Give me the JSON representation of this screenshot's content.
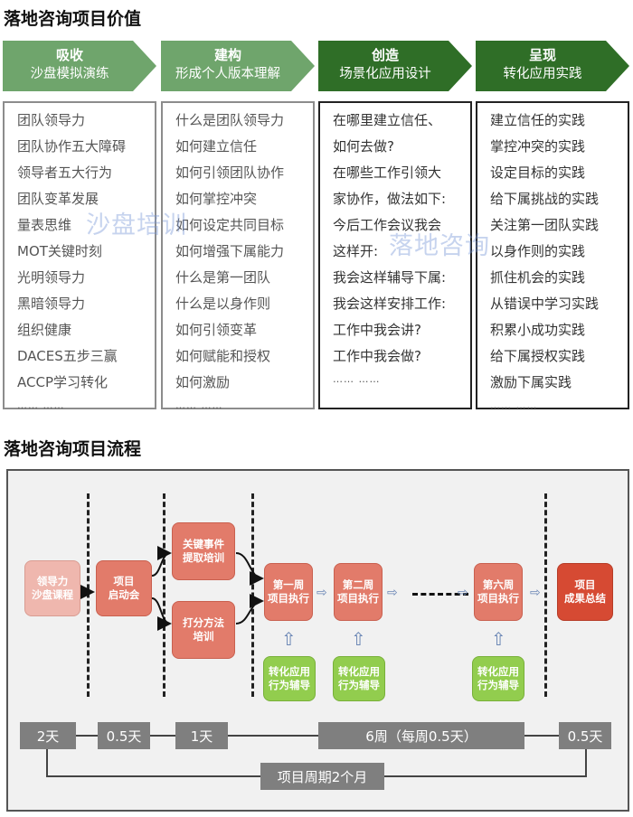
{
  "value_section": {
    "title": "落地咨询项目价值",
    "stages": [
      {
        "name": "吸收",
        "sub": "沙盘模拟演练"
      },
      {
        "name": "建构",
        "sub": "形成个人版本理解"
      },
      {
        "name": "创造",
        "sub": "场景化应用设计"
      },
      {
        "name": "呈现",
        "sub": "转化应用实践"
      }
    ],
    "columns": [
      {
        "items": [
          "团队领导力",
          "团队协作五大障碍",
          "领导者五大行为",
          "团队变革发展",
          "量表思维",
          "MOT关键时刻",
          "光明领导力",
          "黑暗领导力",
          "组织健康",
          "DACES五步三赢",
          "ACCP学习转化"
        ],
        "ellipsis": "…… ……"
      },
      {
        "items": [
          "什么是团队领导力",
          "如何建立信任",
          "如何引领团队协作",
          "如何掌控冲突",
          "如何设定共同目标",
          "如何增强下属能力",
          "什么是第一团队",
          "什么是以身作则",
          "如何引领变革",
          "如何赋能和授权",
          "如何激励"
        ],
        "ellipsis": "…… ……"
      },
      {
        "items": [
          "在哪里建立信任、",
          "如何去做?",
          "在哪些工作引领大",
          "家协作，做法如下:",
          "今后工作会议我会",
          "这样开:",
          "我会这样辅导下属:",
          "我会这样安排工作:",
          "工作中我会讲?",
          "工作中我会做?"
        ],
        "ellipsis": "…… ……"
      },
      {
        "items": [
          "建立信任的实践",
          "掌控冲突的实践",
          "设定目标的实践",
          "给下属挑战的实践",
          "关注第一团队实践",
          "以身作则的实践",
          "抓住机会的实践",
          "从错误中学习实践",
          "积累小成功实践",
          "给下属授权实践",
          "激励下属实践"
        ],
        "ellipsis": "…… ……"
      }
    ],
    "watermarks": [
      "沙盘培训",
      "落地咨询"
    ]
  },
  "flow_section": {
    "title": "落地咨询项目流程",
    "nodes": {
      "sandbox": "领导力\n沙盘课程",
      "kickoff": "项目\n启动会",
      "key_events": "关键事件\n提取培训",
      "scoring": "打分方法\n培训",
      "week1": "第一周\n项目执行",
      "week2": "第二周\n项目执行",
      "week6": "第六周\n项目执行",
      "summary": "项目\n成果总结",
      "coach1": "转化应用\n行为辅导",
      "coach2": "转化应用\n行为辅导",
      "coach6": "转化应用\n行为辅导"
    },
    "durations": [
      "2天",
      "0.5天",
      "1天",
      "6周（每周0.5天）",
      "0.5天"
    ],
    "cycle": "项目周期2个月"
  },
  "colors": {
    "chevron_light": "#6fa56c",
    "chevron_dark": "#2f6e27",
    "node_pink": "#efb7ae",
    "node_salmon": "#e27b6a",
    "node_red": "#d64a33",
    "node_green": "#92cd4e",
    "duration_gray": "#7f7f7f"
  }
}
